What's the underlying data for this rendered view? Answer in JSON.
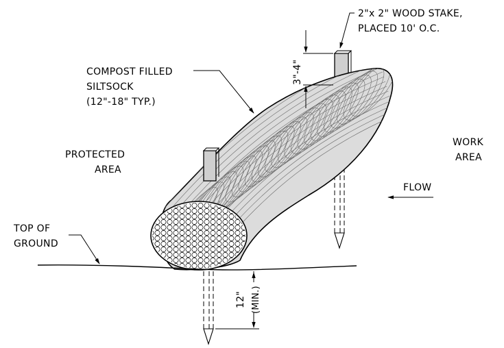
{
  "labels": {
    "stake_line1": "2\"x 2\" WOOD STAKE,",
    "stake_line2": "PLACED 10' O.C.",
    "sock_line1": "COMPOST FILLED",
    "sock_line2": "SILTSOCK",
    "sock_line3": "(12\"-18\" TYP.)",
    "protected_line1": "PROTECTED",
    "protected_line2": "AREA",
    "work_line1": "WORK",
    "work_line2": "AREA",
    "flow": "FLOW",
    "ground_line1": "TOP OF",
    "ground_line2": "GROUND",
    "stake_height": "3\"-4\"",
    "embed_depth": "12\"",
    "embed_min": "(MIN.)"
  },
  "colors": {
    "sock_fill": "#dcdcdc",
    "stake_fill": "#cfcfcf",
    "line": "#000000"
  }
}
